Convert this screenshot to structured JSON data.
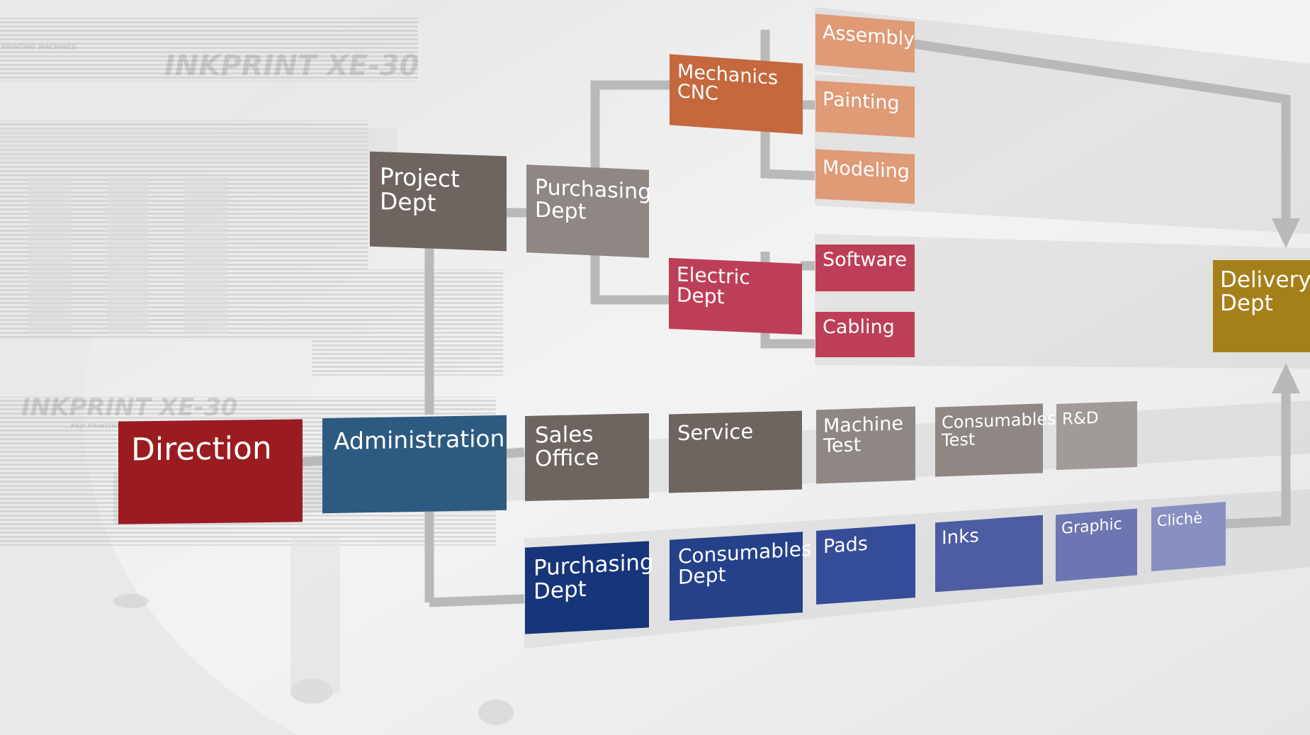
{
  "colors": {
    "direction": "#9b1c20",
    "administration": "#2d5a80",
    "gray_dark": "#6e6561",
    "gray_mid": "#8e8784",
    "gray_light": "#a09a98",
    "orange_dark": "#c5683d",
    "orange_light": "#df9a76",
    "red": "#bd3f57",
    "delivery": "#a5801a",
    "blue1": "#17357a",
    "blue2": "#25418a",
    "blue3": "#354d98",
    "blue4": "#4d5da2",
    "blue5": "#6c76b2",
    "blue6": "#8890c2"
  },
  "watermark": {
    "brand_top": "INKPRINT XE-30",
    "brand_bottom": "INKPRINT XE-30",
    "small_top": "PRINTING MACHINES",
    "small_bottom": "PAD PRINTING MACHINES"
  },
  "diagram": {
    "direction": [
      "Direction"
    ],
    "administration": [
      "Administration"
    ],
    "project_dept": [
      "Project",
      "Dept"
    ],
    "purchasing_dept_top": [
      "Purchasing",
      "Dept"
    ],
    "mechanics_cnc": [
      "Mechanics",
      "CNC"
    ],
    "assembly": [
      "Assembly"
    ],
    "painting": [
      "Painting"
    ],
    "modeling": [
      "Modeling"
    ],
    "electric_dept": [
      "Electric",
      "Dept"
    ],
    "software": [
      "Software"
    ],
    "cabling": [
      "Cabling"
    ],
    "delivery_dept": [
      "Delivery",
      "Dept"
    ],
    "sales_office": [
      "Sales",
      "Office"
    ],
    "service": [
      "Service"
    ],
    "machine_test": [
      "Machine",
      "Test"
    ],
    "consumables_test": [
      "Consumables",
      "Test"
    ],
    "rnd": [
      "R&D"
    ],
    "purchasing_dept_bottom": [
      "Purchasing",
      "Dept"
    ],
    "consumables_dept": [
      "Consumables",
      "Dept"
    ],
    "pads": [
      "Pads"
    ],
    "inks": [
      "Inks"
    ],
    "graphic": [
      "Graphic"
    ],
    "cliche": [
      "Clichè"
    ]
  }
}
